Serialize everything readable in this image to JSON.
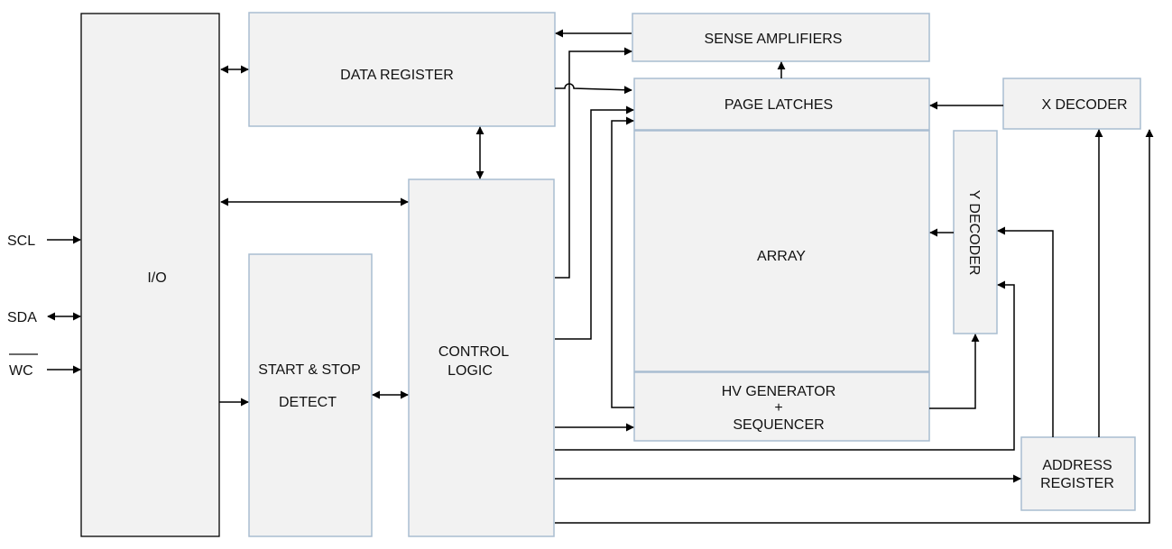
{
  "blocks": {
    "io": "I/O",
    "data_register": "DATA REGISTER",
    "sense_amplifiers": "SENSE AMPLIFIERS",
    "page_latches": "PAGE LATCHES",
    "x_decoder": "X DECODER",
    "y_decoder": "Y DECODER",
    "array": "ARRAY",
    "hv_generator": [
      "HV GENERATOR",
      "+",
      "SEQUENCER"
    ],
    "start_stop": [
      "START & STOP",
      "DETECT"
    ],
    "control_logic": [
      "CONTROL",
      "LOGIC"
    ],
    "address_register": [
      "ADDRESS",
      "REGISTER"
    ]
  },
  "pins": {
    "scl": "SCL",
    "sda": "SDA",
    "wc": "WC"
  },
  "colors": {
    "block_fill": "#f2f2f2",
    "block_border": "#a9bdd1",
    "line": "#000000"
  }
}
